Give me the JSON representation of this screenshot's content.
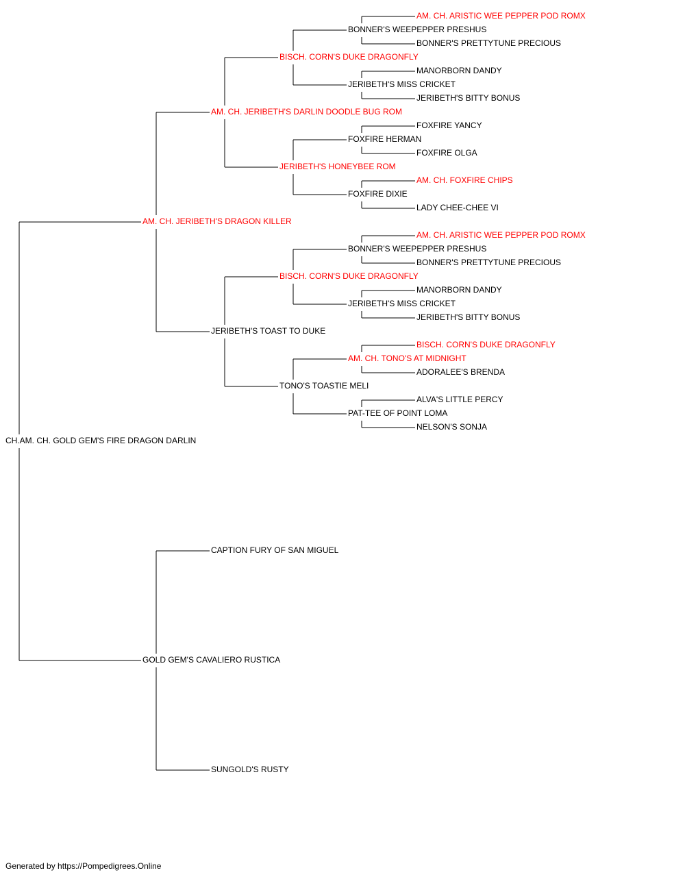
{
  "colors": {
    "highlight": "#ff0000",
    "normal": "#000000",
    "line": "#000000"
  },
  "pedigree": {
    "name": "CH.AM. CH. GOLD GEM'S FIRE DRAGON DARLIN",
    "hl": false,
    "parents": [
      {
        "name": "AM. CH. JERIBETH'S DRAGON KILLER",
        "hl": true,
        "parents": [
          {
            "name": "AM. CH. JERIBETH'S DARLIN DOODLE BUG ROM",
            "hl": true,
            "parents": [
              {
                "name": "BISCH. CORN'S DUKE DRAGONFLY",
                "hl": true,
                "parents": [
                  {
                    "name": "BONNER'S WEEPEPPER PRESHUS",
                    "hl": false,
                    "parents": [
                      {
                        "name": "AM. CH. ARISTIC WEE PEPPER POD ROMX",
                        "hl": true
                      },
                      {
                        "name": "BONNER'S PRETTYTUNE PRECIOUS",
                        "hl": false
                      }
                    ]
                  },
                  {
                    "name": "JERIBETH'S MISS CRICKET",
                    "hl": false,
                    "parents": [
                      {
                        "name": "MANORBORN DANDY",
                        "hl": false
                      },
                      {
                        "name": "JERIBETH'S BITTY BONUS",
                        "hl": false
                      }
                    ]
                  }
                ]
              },
              {
                "name": "JERIBETH'S HONEYBEE ROM",
                "hl": true,
                "parents": [
                  {
                    "name": "FOXFIRE HERMAN",
                    "hl": false,
                    "parents": [
                      {
                        "name": "FOXFIRE YANCY",
                        "hl": false
                      },
                      {
                        "name": "FOXFIRE OLGA",
                        "hl": false
                      }
                    ]
                  },
                  {
                    "name": "FOXFIRE DIXIE",
                    "hl": false,
                    "parents": [
                      {
                        "name": "AM. CH. FOXFIRE CHIPS",
                        "hl": true
                      },
                      {
                        "name": "LADY CHEE-CHEE VI",
                        "hl": false
                      }
                    ]
                  }
                ]
              }
            ]
          },
          {
            "name": "JERIBETH'S TOAST TO DUKE",
            "hl": false,
            "parents": [
              {
                "name": "BISCH. CORN'S DUKE DRAGONFLY",
                "hl": true,
                "parents": [
                  {
                    "name": "BONNER'S WEEPEPPER PRESHUS",
                    "hl": false,
                    "parents": [
                      {
                        "name": "AM. CH. ARISTIC WEE PEPPER POD ROMX",
                        "hl": true
                      },
                      {
                        "name": "BONNER'S PRETTYTUNE PRECIOUS",
                        "hl": false
                      }
                    ]
                  },
                  {
                    "name": "JERIBETH'S MISS CRICKET",
                    "hl": false,
                    "parents": [
                      {
                        "name": "MANORBORN DANDY",
                        "hl": false
                      },
                      {
                        "name": "JERIBETH'S BITTY BONUS",
                        "hl": false
                      }
                    ]
                  }
                ]
              },
              {
                "name": "TONO'S TOASTIE MELI",
                "hl": false,
                "parents": [
                  {
                    "name": "AM. CH. TONO'S AT MIDNIGHT",
                    "hl": true,
                    "parents": [
                      {
                        "name": "BISCH. CORN'S DUKE DRAGONFLY",
                        "hl": true
                      },
                      {
                        "name": "ADORALEE'S BRENDA",
                        "hl": false
                      }
                    ]
                  },
                  {
                    "name": "PAT-TEE OF POINT LOMA",
                    "hl": false,
                    "parents": [
                      {
                        "name": "ALVA'S LITTLE PERCY",
                        "hl": false
                      },
                      {
                        "name": "NELSON'S SONJA",
                        "hl": false
                      }
                    ]
                  }
                ]
              }
            ]
          }
        ]
      },
      {
        "name": "GOLD GEM'S CAVALIERO RUSTICA",
        "hl": false,
        "parents": [
          {
            "name": "CAPTION FURY OF SAN MIGUEL",
            "hl": false
          },
          {
            "name": "SUNGOLD'S RUSTY",
            "hl": false
          }
        ]
      }
    ]
  },
  "footer": {
    "text": "Generated by https://Pompedigrees.Online"
  }
}
